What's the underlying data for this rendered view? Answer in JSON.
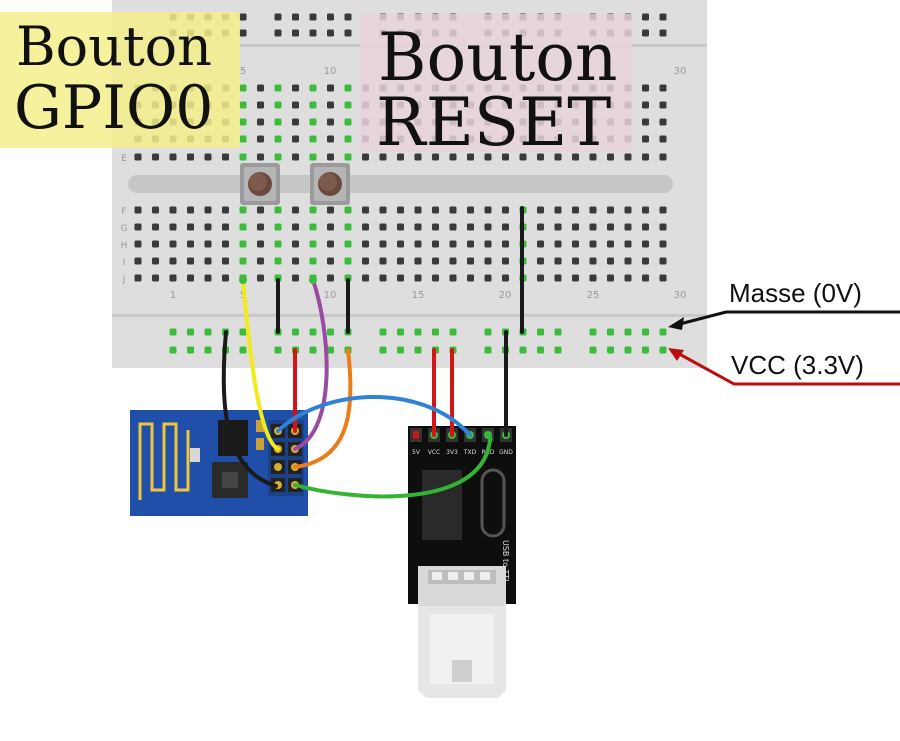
{
  "labels": {
    "gpio_line1": "Bouton",
    "gpio_line2": "GPIO0",
    "reset_line1": "Bouton",
    "reset_line2": "RESET",
    "masse": "Masse (0V)",
    "vcc": "VCC (3.3V)"
  },
  "breadboard": {
    "rows_top": [
      "E"
    ],
    "rows_bottom": [
      "F",
      "G",
      "H",
      "I",
      "J"
    ],
    "col_numbers_top": [
      "5",
      "10",
      "30"
    ],
    "col_numbers_bottom": [
      "1",
      "5",
      "10",
      "15",
      "20",
      "25",
      "30"
    ]
  },
  "usb_ttl": {
    "pins": [
      "5V",
      "VCC",
      "3V3",
      "TXD",
      "RXD",
      "GND"
    ],
    "side_label": "USB to TTL"
  },
  "colors": {
    "gpio_highlight": "#f5ee8c",
    "reset_highlight": "#e9d3dd",
    "breadboard": "#dedede",
    "hole": "#3a3a3a",
    "hole_connected": "#3bbd3b",
    "esp_board": "#1f4fa8",
    "wire_yellow": "#f2ea1a",
    "wire_black": "#1a1a1a",
    "wire_red": "#d31515",
    "wire_purple": "#9a4aa0",
    "wire_orange": "#ea7c1a",
    "wire_blue": "#2f82d6",
    "wire_green": "#34b334",
    "arrow_masse": "#111111",
    "arrow_vcc": "#b80e0e"
  }
}
